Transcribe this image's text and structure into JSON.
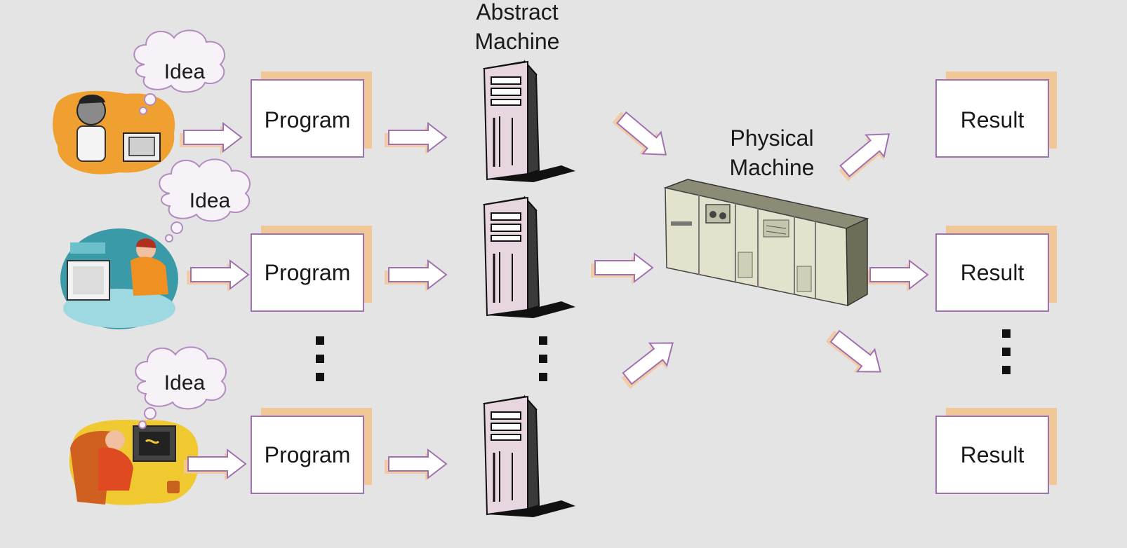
{
  "abstract_machine": {
    "line1": "Abstract",
    "line2": "Machine"
  },
  "physical_machine": {
    "line1": "Physical",
    "line2": "Machine"
  },
  "rows": [
    {
      "idea": "Idea",
      "program": "Program",
      "result": "Result"
    },
    {
      "idea": "Idea",
      "program": "Program",
      "result": "Result"
    },
    {
      "idea": "Idea",
      "program": "Program",
      "result": "Result"
    }
  ],
  "colors": {
    "background": "#e4e4e4",
    "box_border": "#a070b0",
    "shadow": "#f0c898",
    "arrow_outline": "#a070b0",
    "tower_body": "#e8d8e0",
    "mainframe_body": "#dcdcc4"
  },
  "icons": [
    "person-at-computer-icon",
    "thought-cloud-icon",
    "server-tower-icon",
    "mainframe-icon",
    "ellipsis-dots"
  ]
}
